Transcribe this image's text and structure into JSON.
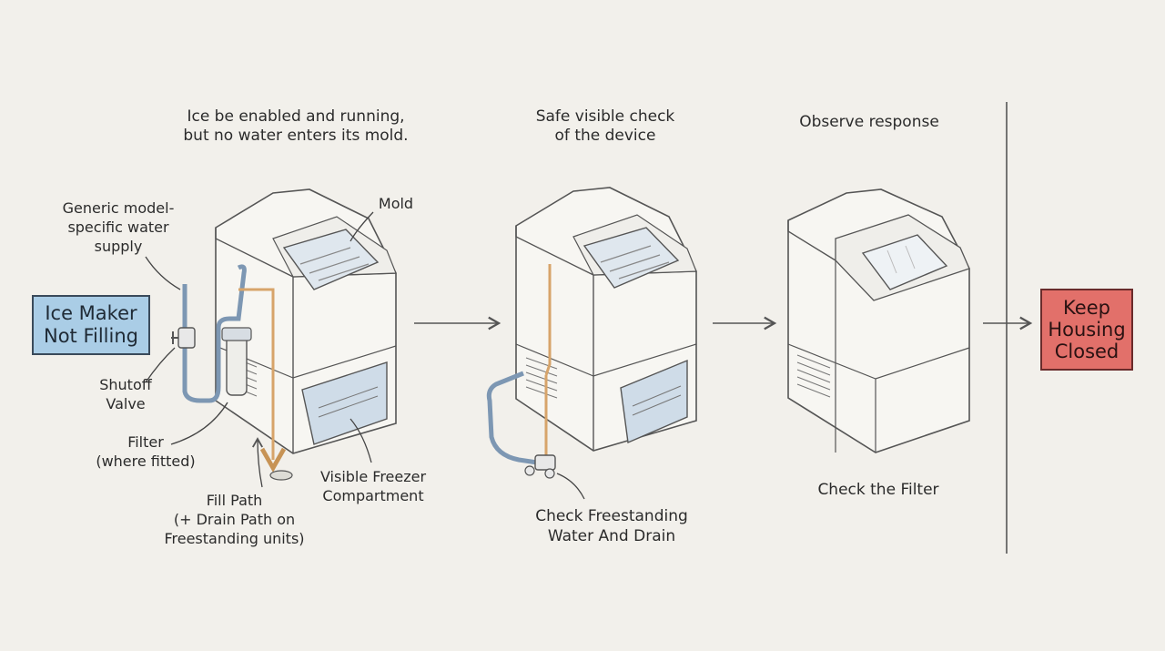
{
  "problem_box": {
    "text": "Ice Maker Not Filling",
    "line1": "Ice Maker",
    "line2": "Not Filling"
  },
  "panels": [
    {
      "heading_line1": "Ice be enabled and running,",
      "heading_line2": "but no water enters its mold."
    },
    {
      "heading_line1": "Safe visible check",
      "heading_line2": "of the device"
    },
    {
      "heading_line1": "Observe response"
    }
  ],
  "callouts": {
    "water_supply": [
      "Generic model-",
      "specific water",
      "supply"
    ],
    "mold": "Mold",
    "shutoff_valve": [
      "Shutoff",
      "Valve"
    ],
    "filter": [
      "Filter",
      "(where fitted)"
    ],
    "fill_path": [
      "Fill Path",
      "(+ Drain Path on",
      "Freestanding units)"
    ],
    "freezer": [
      "Visible Freezer",
      "Compartment"
    ],
    "check_water_drain": [
      "Check Freestanding",
      "Water And Drain"
    ],
    "check_filter": "Check the Filter"
  },
  "outcome_box": {
    "line1": "Keep",
    "line2": "Housing",
    "line3": "Closed"
  },
  "colors": {
    "background": "#f2f0eb",
    "problem_fill": "#aacde6",
    "warning_fill": "#e2706a",
    "water_line": "#7d97b3",
    "fill_path": "#d7a46a"
  }
}
